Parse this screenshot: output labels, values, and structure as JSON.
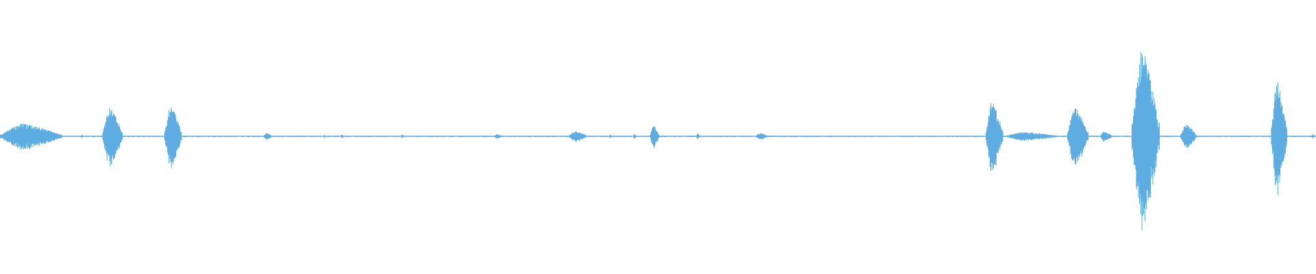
{
  "waveform": {
    "color": "#5dade2",
    "background": "#ffffff",
    "noise_floor": 0.006,
    "segments": [
      {
        "start": 0.0,
        "end": 0.047,
        "peak": 0.12
      },
      {
        "start": 0.062,
        "end": 0.063,
        "peak": 0.02
      },
      {
        "start": 0.078,
        "end": 0.093,
        "peak": 0.28
      },
      {
        "start": 0.125,
        "end": 0.138,
        "peak": 0.3
      },
      {
        "start": 0.2,
        "end": 0.207,
        "peak": 0.03
      },
      {
        "start": 0.246,
        "end": 0.247,
        "peak": 0.02
      },
      {
        "start": 0.259,
        "end": 0.261,
        "peak": 0.02
      },
      {
        "start": 0.305,
        "end": 0.307,
        "peak": 0.02
      },
      {
        "start": 0.375,
        "end": 0.382,
        "peak": 0.02
      },
      {
        "start": 0.432,
        "end": 0.446,
        "peak": 0.05
      },
      {
        "start": 0.463,
        "end": 0.465,
        "peak": 0.02
      },
      {
        "start": 0.481,
        "end": 0.484,
        "peak": 0.02
      },
      {
        "start": 0.494,
        "end": 0.501,
        "peak": 0.1
      },
      {
        "start": 0.529,
        "end": 0.532,
        "peak": 0.03
      },
      {
        "start": 0.574,
        "end": 0.584,
        "peak": 0.03
      },
      {
        "start": 0.749,
        "end": 0.762,
        "peak": 0.34
      },
      {
        "start": 0.763,
        "end": 0.805,
        "peak": 0.04
      },
      {
        "start": 0.811,
        "end": 0.827,
        "peak": 0.28
      },
      {
        "start": 0.836,
        "end": 0.845,
        "peak": 0.05
      },
      {
        "start": 0.86,
        "end": 0.881,
        "peak": 0.83
      },
      {
        "start": 0.897,
        "end": 0.909,
        "peak": 0.12
      },
      {
        "start": 0.966,
        "end": 0.978,
        "peak": 0.53
      },
      {
        "start": 0.997,
        "end": 0.999,
        "peak": 0.02
      }
    ]
  }
}
